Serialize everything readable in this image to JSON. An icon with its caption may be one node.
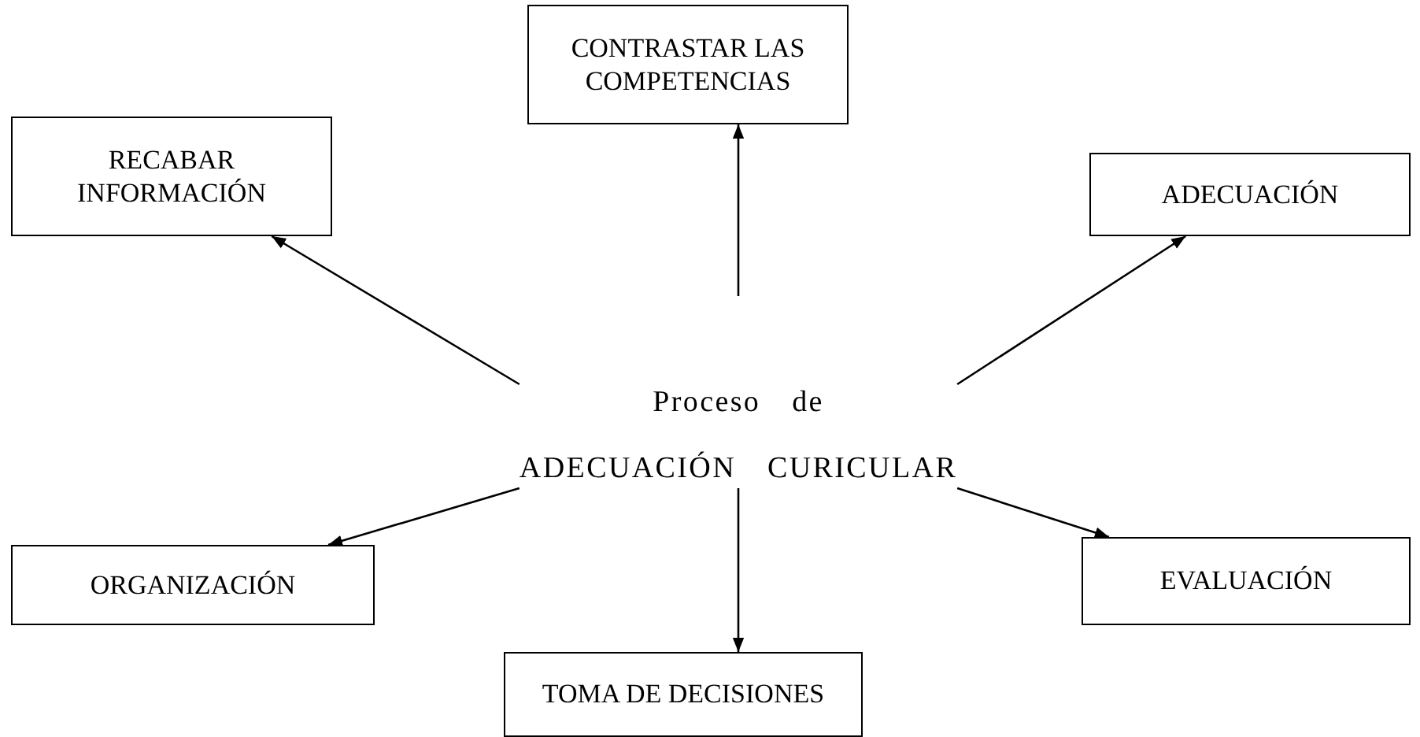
{
  "diagram": {
    "nodes": [
      {
        "text": [
          "CONTRASTAR LAS COMPETENCIAS"
        ]
      },
      {
        "text": [
          "RECABAR INFORMACIÓN"
        ]
      },
      {
        "text": [
          "ADECUACIÓN"
        ]
      },
      {
        "text": [
          "Proceso de",
          "ADECUACIÓN CURICULAR"
        ]
      },
      {
        "text": [
          "ORGANIZACIÓN"
        ]
      },
      {
        "text": [
          "EVALUACIÓN"
        ]
      },
      {
        "text": [
          "TOMA DE DECISIONES"
        ]
      }
    ],
    "edges": [
      {
        "from": 3,
        "to": 0,
        "arrow": "to"
      },
      {
        "from": 3,
        "to": 1,
        "arrow": "to"
      },
      {
        "from": 3,
        "to": 2,
        "arrow": "to"
      },
      {
        "from": 3,
        "to": 4,
        "arrow": "to"
      },
      {
        "from": 3,
        "to": 5,
        "arrow": "to"
      },
      {
        "from": 3,
        "to": 6,
        "arrow": "to"
      }
    ]
  }
}
